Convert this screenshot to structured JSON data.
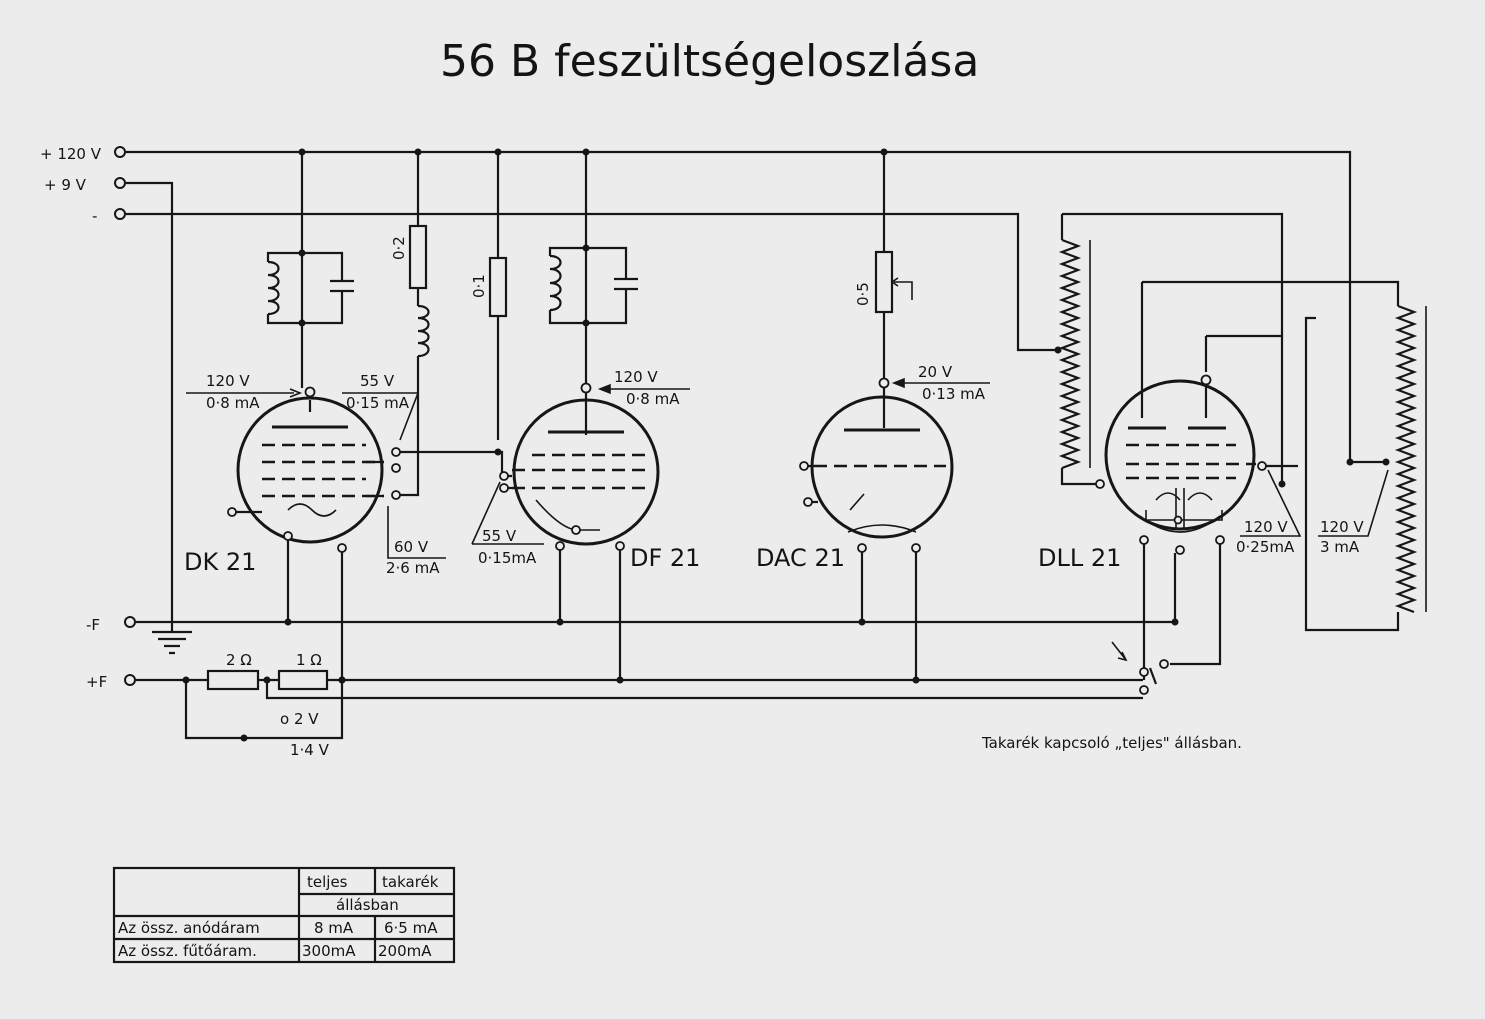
{
  "title": "56 B feszültségeloszlása",
  "rails": {
    "plus120": "+ 120 V",
    "plus9": "+ 9 V",
    "minus": "-",
    "minusF": "-F",
    "plusF": "+F"
  },
  "tubes": {
    "dk21": "DK 21",
    "df21": "DF 21",
    "dac21": "DAC 21",
    "dll21": "DLL 21"
  },
  "component_values": {
    "r_02": "0·2",
    "r_01": "0·1",
    "pot_05": "0·5",
    "r_2ohm": "2 Ω",
    "r_1ohm": "1 Ω",
    "tap_2v": "o 2 V",
    "tap_14v": "1·4 V"
  },
  "readings": {
    "dk21_anode_v": "120 V",
    "dk21_anode_i": "0·8 mA",
    "dk21_screen_v": "55 V",
    "dk21_screen_i": "0·15 mA",
    "dk21_osc_v": "60 V",
    "dk21_osc_i": "2·6 mA",
    "df21_anode_v": "120 V",
    "df21_anode_i": "0·8 mA",
    "df21_screen_v": "55 V",
    "df21_screen_i": "0·15mA",
    "dac21_anode_v": "20 V",
    "dac21_anode_i": "0·13 mA",
    "dll21_screen_v": "120 V",
    "dll21_screen_i": "0·25mA",
    "dll21_anode_v": "120 V",
    "dll21_anode_i": "3 mA"
  },
  "note": "Takarék kapcsoló „teljes\" állásban.",
  "table": {
    "col_teljes": "teljes",
    "col_takarek": "takarék",
    "subheader": "állásban",
    "rows": [
      {
        "label": "Az össz. anódáram",
        "teljes": "8 mA",
        "takarek": "6·5 mA"
      },
      {
        "label": "Az össz. fűtőáram.",
        "teljes": "300mA",
        "takarek": "200mA"
      }
    ]
  }
}
